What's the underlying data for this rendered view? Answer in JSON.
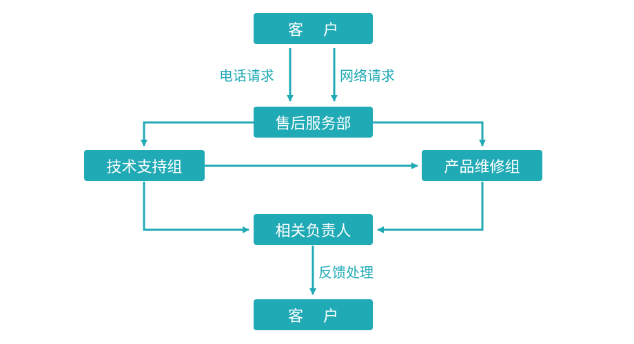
{
  "nodes": {
    "customer_top": "客 户",
    "after_sales": "售后服务部",
    "tech_support": "技术支持组",
    "repair": "产品维修组",
    "responsible": "相关负责人",
    "customer_bottom": "客 户"
  },
  "edge_labels": {
    "phone_request": "电话请求",
    "web_request": "网络请求",
    "feedback": "反馈处理"
  },
  "colors": {
    "node_fill": "#20aab5",
    "line": "#20aab5",
    "text": "#ffffff"
  }
}
